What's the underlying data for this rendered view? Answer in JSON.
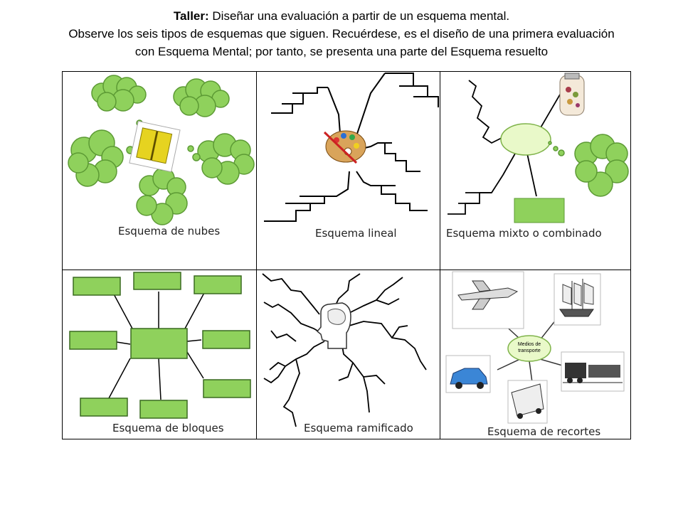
{
  "header": {
    "line1_bold": "Taller:",
    "line1_rest": " Diseñar una evaluación a partir de un esquema mental.",
    "line2": "Observe los seis tipos de esquemas que siguen. Recuérdese, es el diseño de una primera evaluación",
    "line3": "con Esquema Mental; por tanto, se presenta una parte del Esquema resuelto"
  },
  "cells": {
    "nubes": "Esquema de nubes",
    "lineal": "Esquema lineal",
    "mixto": "Esquema mixto o combinado",
    "bloques": "Esquema de bloques",
    "ramificado": "Esquema ramificado",
    "recortes": "Esquema de recortes"
  },
  "recortes_center_line1": "Medios de",
  "recortes_center_line2": "transporte",
  "colors": {
    "green_fill": "#8fd15c",
    "green_stroke": "#5c9a34",
    "light_green": "#e9f9c9"
  }
}
